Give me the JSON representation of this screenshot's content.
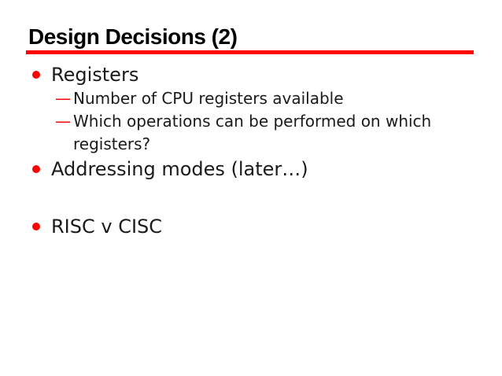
{
  "slide": {
    "title": "Design Decisions (2)",
    "colors": {
      "accent_red": "#ff0000",
      "title_text": "#000000",
      "body_text": "#1a1a1a",
      "background": "#ffffff"
    },
    "bullets": [
      {
        "level": 1,
        "text": "Registers"
      },
      {
        "level": 2,
        "marker": "—",
        "text": "Number of CPU registers available"
      },
      {
        "level": 2,
        "marker": "—",
        "text": "Which operations can be performed on which registers?"
      },
      {
        "level": 1,
        "text": "Addressing modes (later…)"
      },
      {
        "level": 1,
        "text": "RISC v CISC"
      }
    ]
  }
}
